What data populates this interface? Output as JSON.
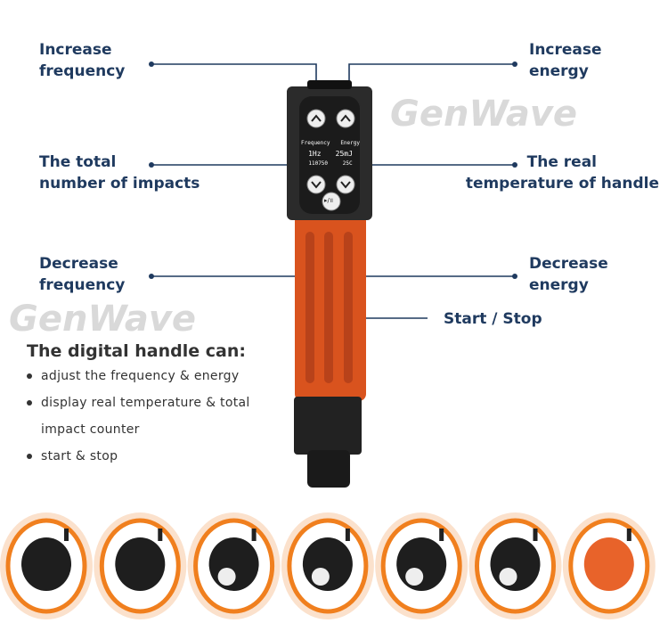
{
  "watermark": "GenWave",
  "labels": {
    "increase_frequency": [
      "Increase",
      "frequency"
    ],
    "increase_energy": [
      "Increase",
      "energy"
    ],
    "total_impacts": [
      "The total",
      "number of impacts"
    ],
    "real_temperature": [
      "The real",
      "temperature of handle"
    ],
    "decrease_frequency": [
      "Decrease",
      "frequency"
    ],
    "decrease_energy": [
      "Decrease",
      "energy"
    ],
    "start_stop": "Start / Stop"
  },
  "screen": {
    "freq_label": "Frequency",
    "energy_label": "Energy",
    "freq_value": "1Hz",
    "energy_value": "25mJ",
    "counter": "110750",
    "temperature": "25C",
    "play_icon": "▸/॥"
  },
  "features": {
    "heading": "The digital handle can:",
    "items": [
      "adjust the frequency & energy",
      "display real temperature & total",
      "impact counter",
      "start & stop"
    ]
  },
  "colors": {
    "label": "#1f3a5f",
    "handle": "#d9531e",
    "ring": "#f07f1e"
  },
  "heads_count": 7
}
